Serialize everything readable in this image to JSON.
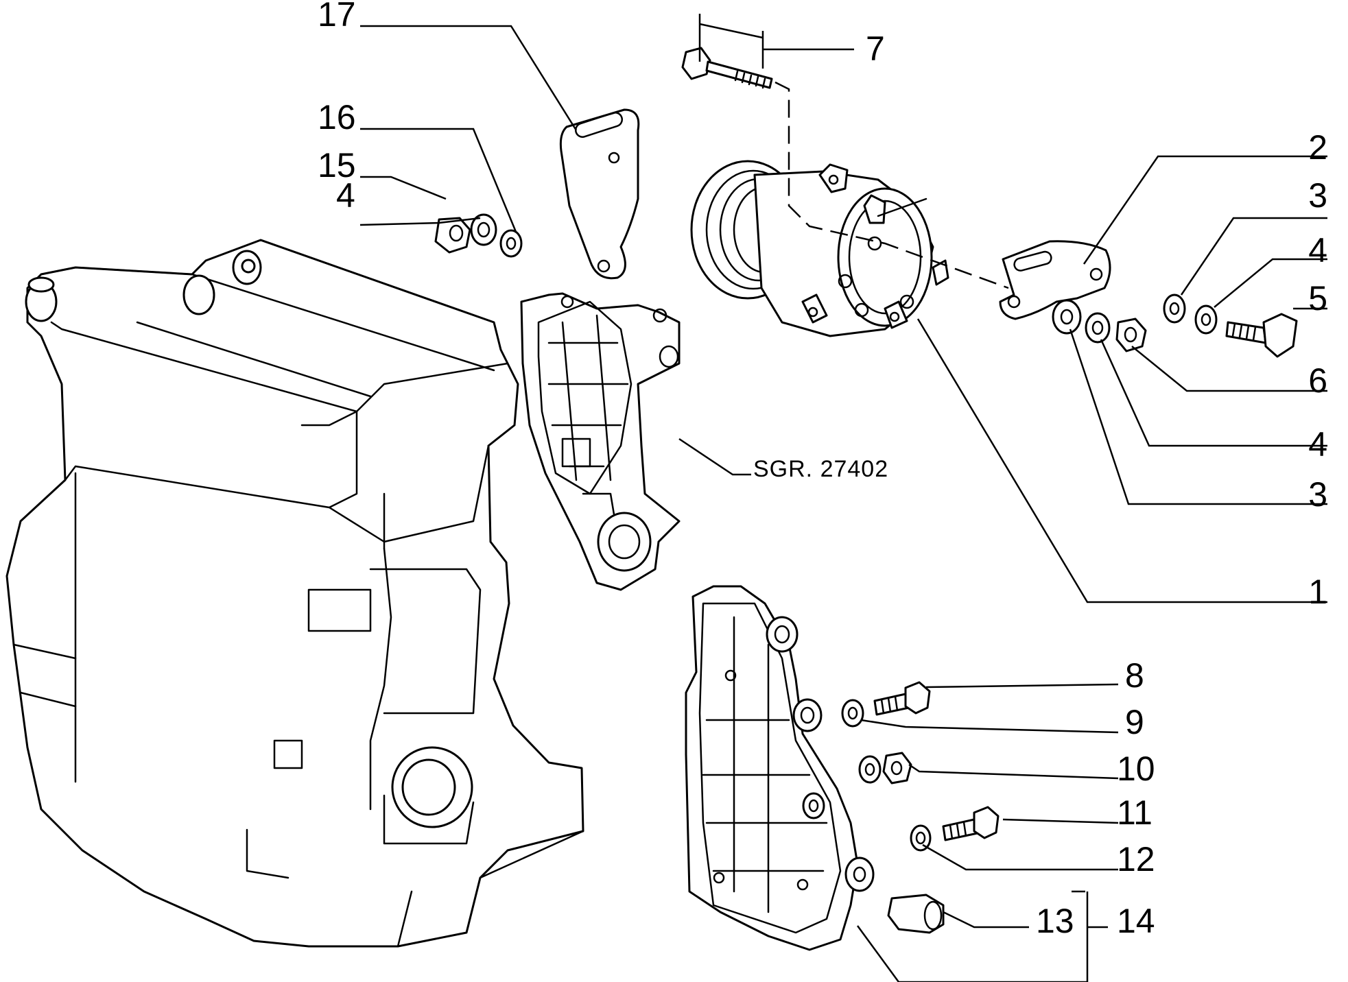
{
  "diagram": {
    "callouts": {
      "c17": "17",
      "c16": "16",
      "c15": "15",
      "c4_left": "4",
      "c7": "7",
      "c2": "2",
      "c3_upper": "3",
      "c4_upper": "4",
      "c5": "5",
      "c6": "6",
      "c4_lower": "4",
      "c3_lower": "3",
      "c1": "1",
      "c8": "8",
      "c9": "9",
      "c10": "10",
      "c11": "11",
      "c12": "12",
      "c13": "13",
      "c14": "14"
    },
    "reference_label": "SGR. 27402"
  }
}
